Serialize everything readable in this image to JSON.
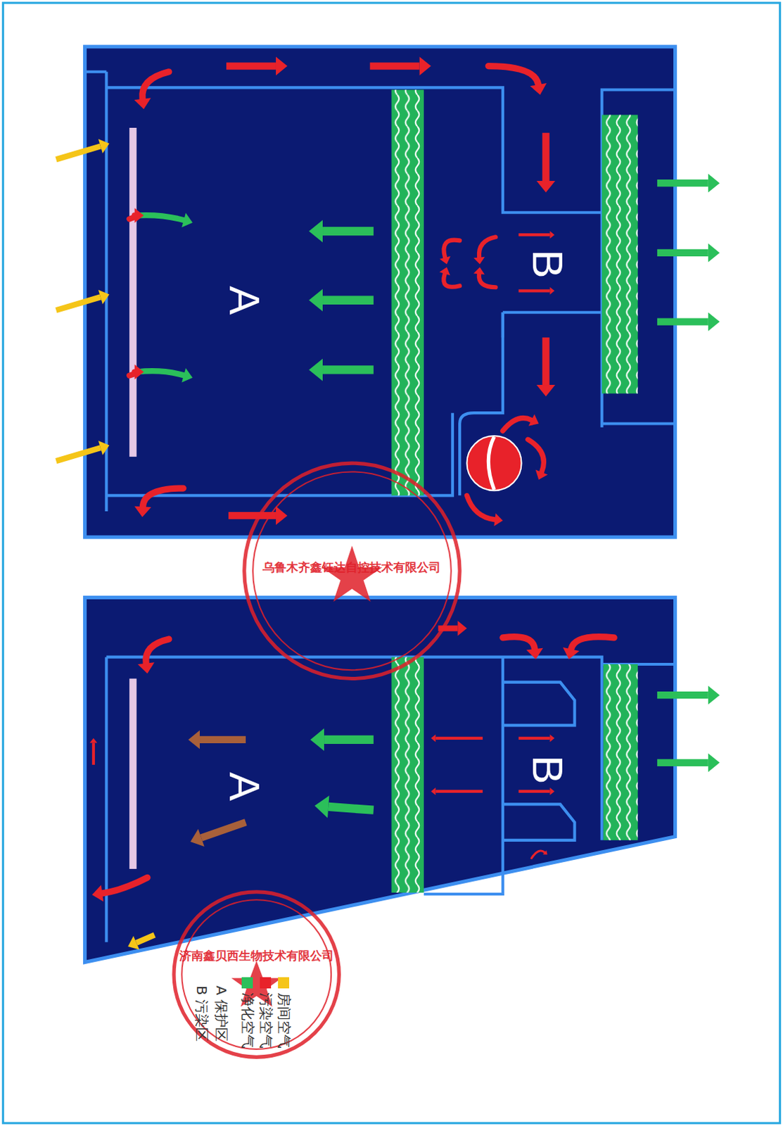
{
  "diagram": {
    "labels": [
      "A",
      "B",
      "A",
      "B",
      "A 保护区",
      "B 污染区",
      "乌鲁木齐鑫钰达自控技术有限公司",
      "济南鑫贝西生物技术有限公司"
    ],
    "legend": [
      {
        "text": "房间空气",
        "color": "#f5c518"
      },
      {
        "text": "污染空气",
        "color": "#e8222a"
      },
      {
        "text": "净化空气",
        "color": "#2bbf5a"
      }
    ]
  }
}
